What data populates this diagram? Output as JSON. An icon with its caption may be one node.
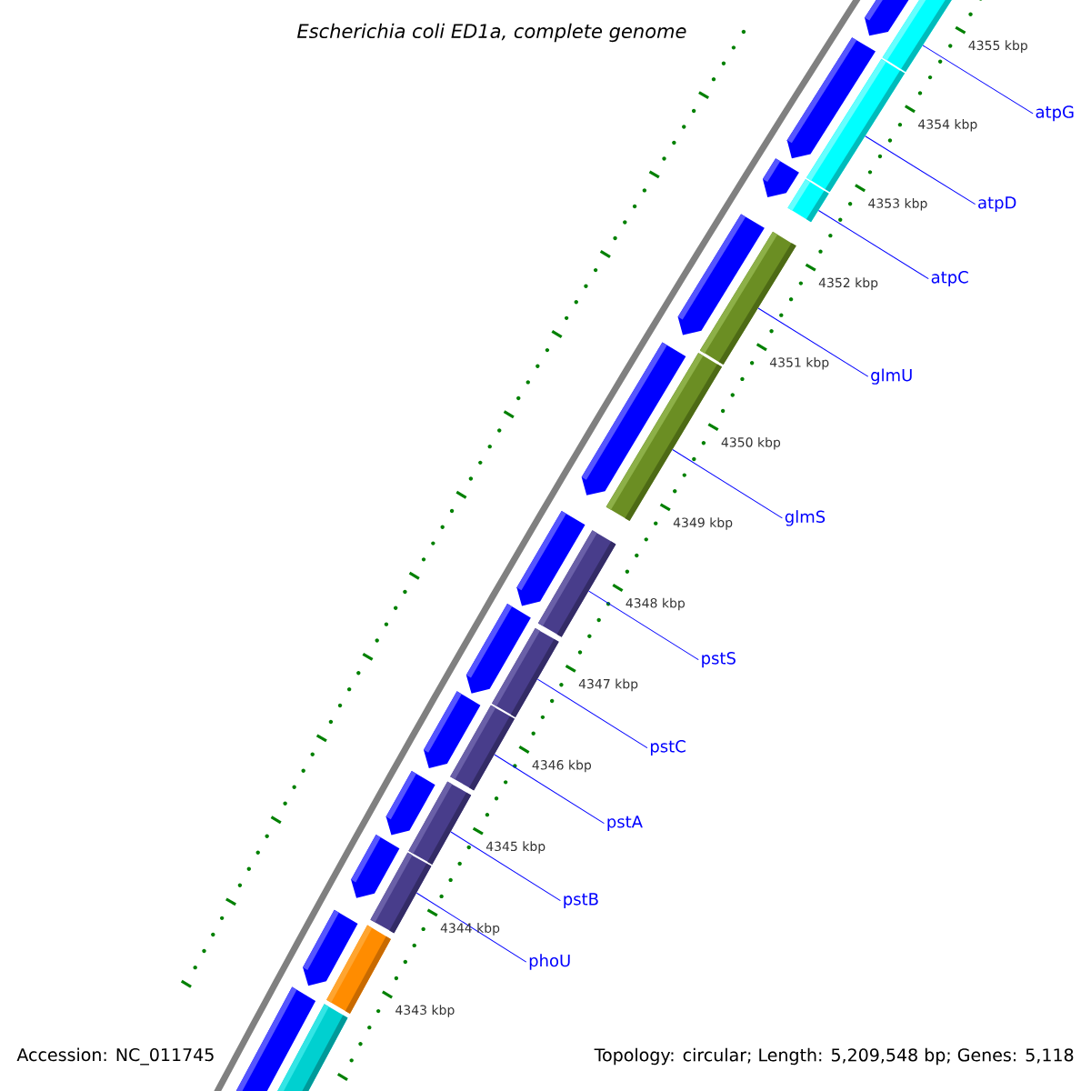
{
  "diagram": {
    "title": "Escherichia coli ED1a, complete genome",
    "nodes": [
      {
        "text": [
          "atpG"
        ]
      },
      {
        "text": [
          "atpD"
        ]
      },
      {
        "text": [
          "atpC"
        ]
      },
      {
        "text": [
          "glmU"
        ]
      },
      {
        "text": [
          "glmS"
        ]
      },
      {
        "text": [
          "pstS"
        ]
      },
      {
        "text": [
          "pstC"
        ]
      },
      {
        "text": [
          "pstA"
        ]
      },
      {
        "text": [
          "pstB"
        ]
      },
      {
        "text": [
          "phoU"
        ]
      },
      {
        "text": [],
        "shape": "bar"
      },
      {
        "text": [],
        "shape": "bar"
      },
      {
        "text": [],
        "shape": "bar"
      },
      {
        "text": [],
        "shape": "bar"
      },
      {
        "text": [],
        "shape": "bar"
      },
      {
        "text": [],
        "shape": "bar"
      },
      {
        "text": [],
        "shape": "bar"
      },
      {
        "text": [],
        "shape": "bar"
      },
      {
        "text": [],
        "shape": "bar"
      },
      {
        "text": [],
        "shape": "bar"
      }
    ],
    "edges": [
      {
        "from": 0,
        "to": 10,
        "arrow": "none"
      },
      {
        "from": 1,
        "to": 11,
        "arrow": "none"
      },
      {
        "from": 2,
        "to": 12,
        "arrow": "none"
      },
      {
        "from": 3,
        "to": 13,
        "arrow": "none"
      },
      {
        "from": 4,
        "to": 14,
        "arrow": "none"
      },
      {
        "from": 5,
        "to": 15,
        "arrow": "none"
      },
      {
        "from": 6,
        "to": 16,
        "arrow": "none"
      },
      {
        "from": 7,
        "to": 17,
        "arrow": "none"
      },
      {
        "from": 8,
        "to": 18,
        "arrow": "none"
      },
      {
        "from": 9,
        "to": 19,
        "arrow": "none"
      }
    ],
    "labels": [
      "4355 kbp",
      "4354 kbp",
      "4353 kbp",
      "4352 kbp",
      "4351 kbp",
      "4350 kbp",
      "4349 kbp",
      "4348 kbp",
      "4347 kbp",
      "4346 kbp",
      "4345 kbp",
      "4344 kbp",
      "4343 kbp",
      "Accession: NC_011745",
      "Topology: circular; Length: 5,209,548 bp; Genes: 5,118"
    ]
  }
}
